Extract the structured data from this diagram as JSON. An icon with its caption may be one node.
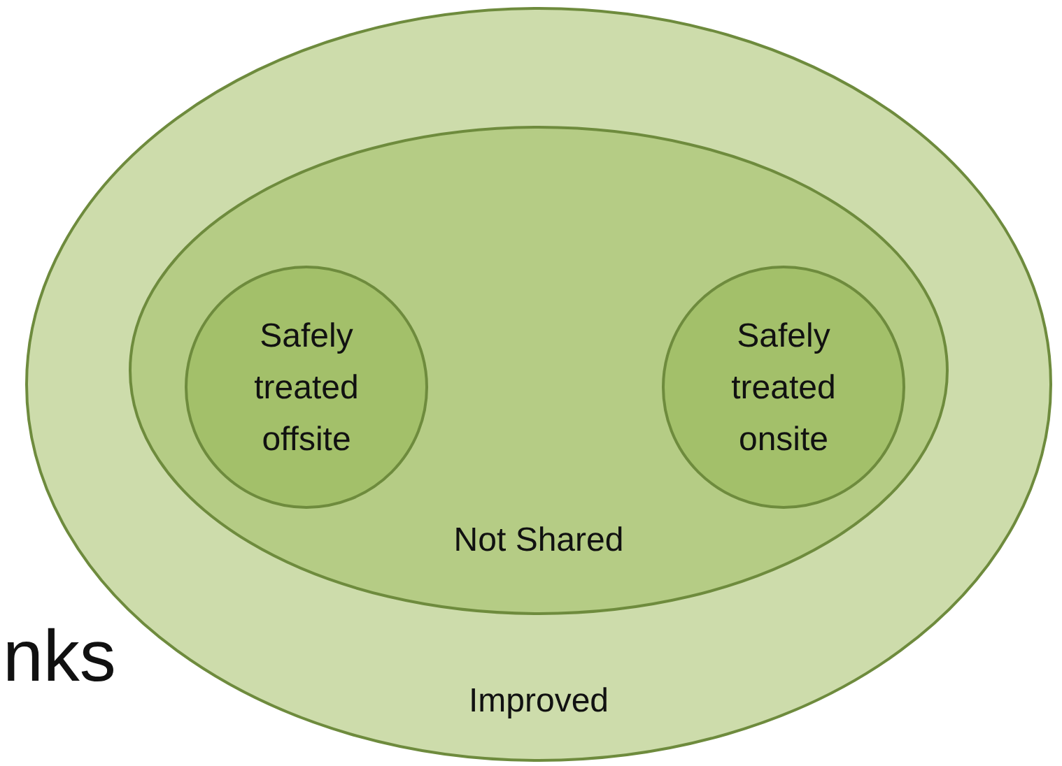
{
  "diagram": {
    "nodes": [
      {
        "text": [
          "Improved"
        ]
      },
      {
        "text": [
          "Not Shared"
        ],
        "in": 0
      },
      {
        "text": [
          "Safely treated offsite"
        ],
        "in": 1
      },
      {
        "text": [
          "Safely treated onsite"
        ],
        "in": 1
      }
    ],
    "labels": [
      "nks"
    ]
  }
}
